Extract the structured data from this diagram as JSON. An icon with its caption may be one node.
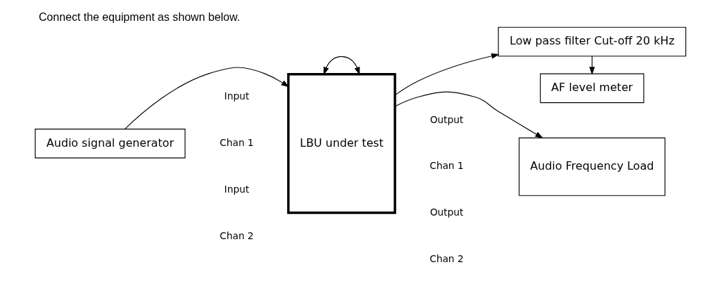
{
  "diagram": {
    "title": "Connect the equipment as shown below.",
    "nodes": [
      {
        "text": [
          "Audio signal generator"
        ]
      },
      {
        "text": [
          "LBU under test"
        ]
      },
      {
        "text": [
          "Audio Frequency Load"
        ]
      },
      {
        "text": [
          "Low pass filter Cut-off 20 kHz"
        ]
      },
      {
        "text": [
          "AF level meter"
        ]
      }
    ],
    "edges": [
      {
        "from": 0,
        "to": 1,
        "arrow": "to"
      },
      {
        "from": 1,
        "to": 1,
        "arrow": "both"
      },
      {
        "from": 1,
        "to": 2,
        "arrow": "to"
      },
      {
        "from": 1,
        "to": 3,
        "arrow": "to"
      },
      {
        "from": 3,
        "to": 4,
        "arrow": "to"
      }
    ],
    "labels": [
      "Input",
      "Chan 1",
      "Output",
      "Chan 1",
      "Input",
      "Chan 2",
      "Output",
      "Chan 2"
    ]
  }
}
